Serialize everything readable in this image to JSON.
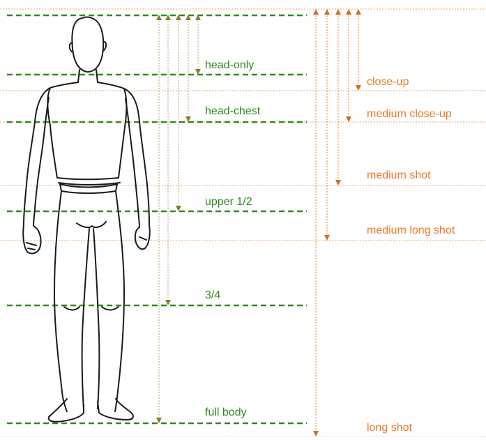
{
  "colors": {
    "green": "#2e8b1e",
    "orange": "#e8782a",
    "green_arrow": "#6b8e23",
    "orange_arrow": "#c8702a",
    "figure_stroke": "#1a1a1a"
  },
  "body_framings": {
    "head_only": "head-only",
    "head_chest": "head-chest",
    "upper_half": "upper 1/2",
    "three_quarter": "3/4",
    "full_body": "full body"
  },
  "shot_types": {
    "close_up": "close-up",
    "medium_close_up": "medium close-up",
    "medium_shot": "medium shot",
    "medium_long_shot": "medium long shot",
    "long_shot": "long shot"
  }
}
